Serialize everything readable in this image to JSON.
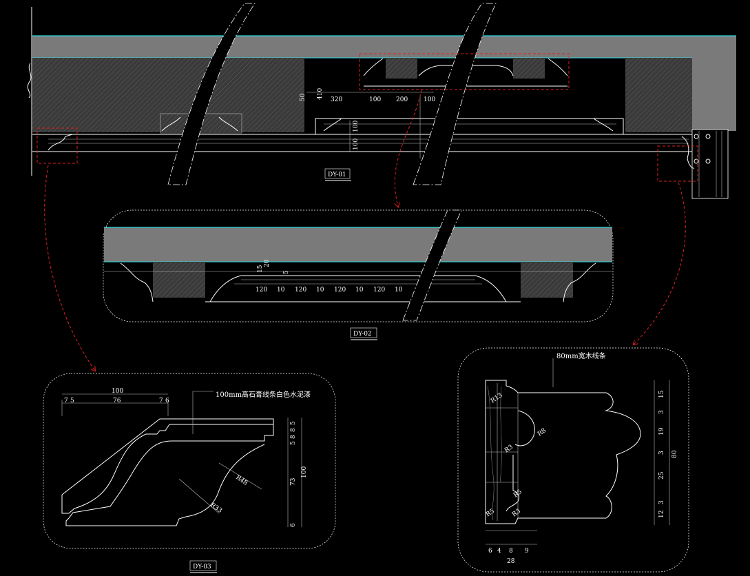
{
  "colors": {
    "background": "#000000",
    "ceiling_slab": "#7a7a7a",
    "beam_fill": "#3c3c3c",
    "cyan_edge": "#2fd8e0",
    "callout_red": "#e02020",
    "line_white": "#ffffff"
  },
  "dy01": {
    "tag": "DY-01",
    "dims": {
      "d50": "50",
      "d410": "410",
      "d320": "320",
      "d100a": "100",
      "d200": "200",
      "d100b": "100",
      "d100v1": "100",
      "d100v2": "100"
    }
  },
  "dy02": {
    "tag": "DY-02",
    "dims": {
      "d15": "15",
      "d20": "20",
      "d5": "5",
      "row": [
        "120",
        "10",
        "120",
        "10",
        "120",
        "10",
        "120",
        "10"
      ]
    }
  },
  "dy03": {
    "tag": "DY-03",
    "note": "100mm高石膏线条白色水泥漆",
    "top_total": "100",
    "top_parts": [
      "7",
      "5",
      "76",
      "7",
      "6"
    ],
    "right_parts": [
      "5",
      "8",
      "8",
      "5",
      "73",
      "6"
    ],
    "right_total": "100",
    "radius_a": "R48",
    "radius_b": "R33"
  },
  "detail_wood": {
    "note": "80mm宽木线条",
    "right_parts": [
      "15",
      "3",
      "19",
      "3",
      "25",
      "3",
      "12"
    ],
    "right_total": "80",
    "bottom_parts": [
      "6",
      "4",
      "8",
      "9"
    ],
    "bottom_total": "28",
    "radii": [
      "R13",
      "R8",
      "R3",
      "R5",
      "R5",
      "R3"
    ]
  }
}
